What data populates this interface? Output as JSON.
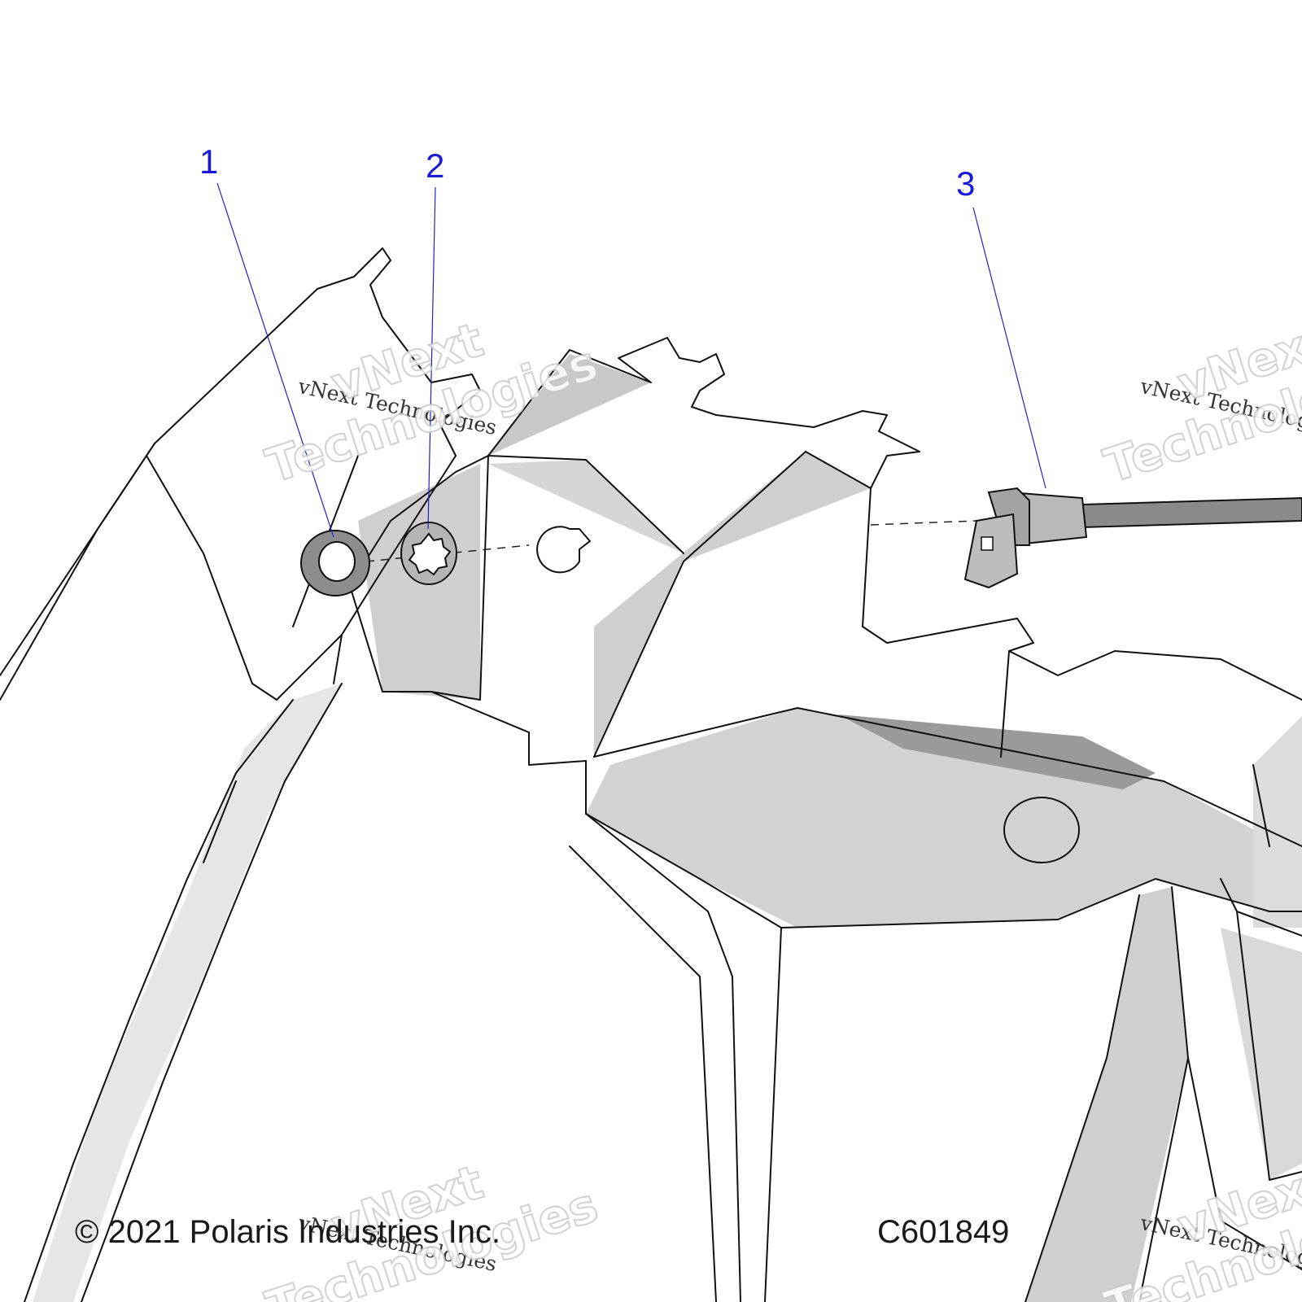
{
  "callouts": [
    {
      "label": "1"
    },
    {
      "label": "2"
    },
    {
      "label": "3"
    }
  ],
  "footer": {
    "copyright": "© 2021 Polaris Industries Inc.",
    "code": "C601849"
  },
  "watermark": {
    "line_small": "vNext Technologies",
    "line_big_1": "vNext",
    "line_big_2": "Technologies"
  },
  "colors": {
    "callout": "#1a1ad8",
    "shade": "#cfcfcf",
    "dark_shade": "#9a9a9a",
    "line": "#111111"
  }
}
